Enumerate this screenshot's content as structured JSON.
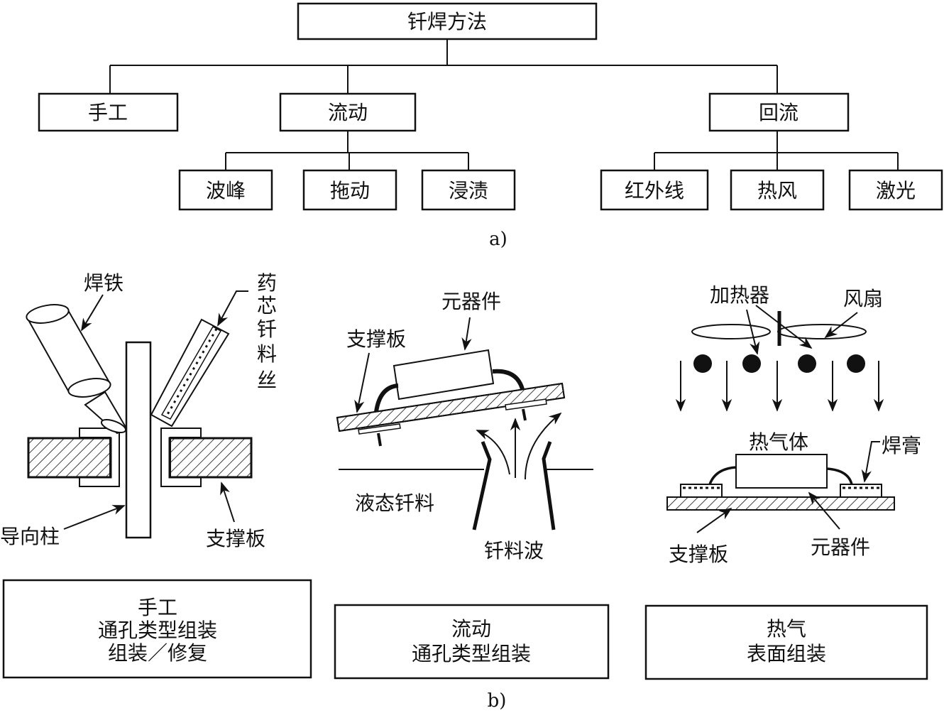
{
  "tree": {
    "root": "钎焊方法",
    "level1": [
      "手工",
      "流动",
      "回流"
    ],
    "flow_children": [
      "波峰",
      "拖动",
      "浸渍"
    ],
    "reflow_children": [
      "红外线",
      "热风",
      "激光"
    ],
    "caption": "a)"
  },
  "panel_manual": {
    "labels": {
      "iron": "焊铁",
      "wire": [
        "药",
        "芯",
        "钎",
        "料",
        "丝"
      ],
      "guide": "导向柱",
      "board": "支撑板"
    },
    "caption_lines": [
      "手工",
      "通孔类型组装",
      "组装／修复"
    ]
  },
  "panel_flow": {
    "labels": {
      "component": "元器件",
      "board": "支撑板",
      "liquid": "液态钎料",
      "wave": "钎料波"
    },
    "caption_lines": [
      "流动",
      "通孔类型组装"
    ]
  },
  "panel_hotair": {
    "labels": {
      "heater": "加热器",
      "fan": "风扇",
      "gas": "热气体",
      "paste": "焊膏",
      "board": "支撑板",
      "component": "元器件"
    },
    "caption_lines": [
      "热气",
      "表面组装"
    ]
  },
  "caption_b": "b)"
}
